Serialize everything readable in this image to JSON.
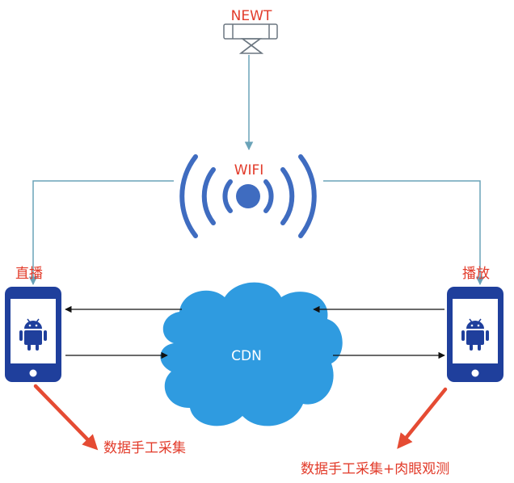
{
  "labels": {
    "newt": "NEWT",
    "wifi": "WIFI",
    "live": "直播",
    "play": "播放",
    "cdn": "CDN",
    "left_data": "数据手工采集",
    "right_data": "数据手工采集+肉眼观测"
  },
  "icons": {
    "newt_device": "network-emulator-icon",
    "wifi": "wifi-signal-icon",
    "cloud": "cloud-icon",
    "phone": "smartphone-icon",
    "android": "android-robot-icon"
  },
  "colors": {
    "red_label": "#e23b2a",
    "wifi_blue": "#3f6cc0",
    "phone_blue": "#1f3f9c",
    "cloud_blue": "#2f9be0",
    "line_teal": "#6aa3b8",
    "arrow_red": "#e54b33"
  }
}
